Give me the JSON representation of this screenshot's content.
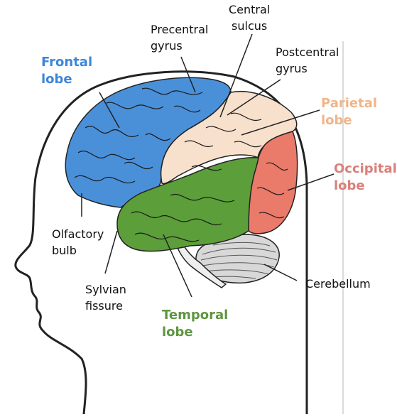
{
  "colors": {
    "frontal": "#4a90d9",
    "parietal": "#f7e0cc",
    "occipital": "#ea7a6a",
    "temporal": "#5c9e3a",
    "cerebellum": "#d8d8d8",
    "frontal_label": "#3d86d8",
    "parietal_label": "#f0b58a",
    "occipital_label": "#d9807a",
    "temporal_label": "#5e9640"
  },
  "labels": {
    "frontal": [
      "Frontal",
      "lobe"
    ],
    "precentral": [
      "Precentral",
      "gyrus"
    ],
    "central": [
      "Central",
      "sulcus"
    ],
    "postcentral": [
      "Postcentral",
      "gyrus"
    ],
    "parietal": [
      "Parietal",
      "lobe"
    ],
    "occipital": [
      "Occipital",
      "lobe"
    ],
    "olfactory": [
      "Olfactory",
      "bulb"
    ],
    "sylvian": [
      "Sylvian",
      "fissure"
    ],
    "temporal": [
      "Temporal",
      "lobe"
    ],
    "cerebellum": "Cerebellum"
  }
}
